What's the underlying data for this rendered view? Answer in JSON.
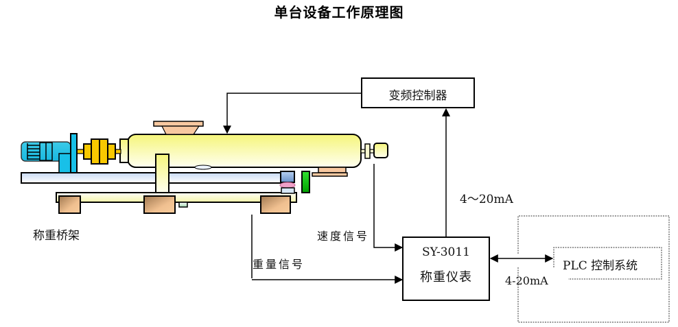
{
  "title": "单台设备工作原理图",
  "labels": {
    "scale_frame": "称重桥架",
    "vfd_controller": "变频控制器",
    "current_signal_up": "4～20mA",
    "speed_signal": "速度信号",
    "weight_signal": "重量信号",
    "instrument_model": "SY-3011",
    "instrument_name": "称重仪表",
    "plc_system": "PLC 控制系统",
    "current_signal_plc": "4-20mA"
  },
  "colors": {
    "motor": "#29c4e6",
    "coupling": "#f8c800",
    "drum": "#fafab0",
    "feet": "#c89a6c",
    "hopper": "#f8c8a0",
    "rail": "#dde8f8",
    "sensor": "#00c000",
    "load_cell_pad": "#f0a0c8"
  }
}
